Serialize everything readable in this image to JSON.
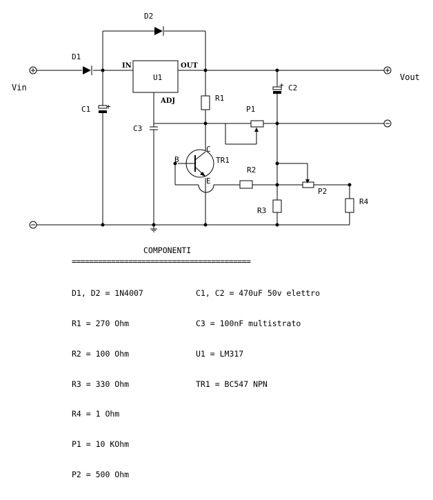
{
  "labels": {
    "vin": "Vin",
    "vout": "Vout",
    "d1": "D1",
    "d2": "D2",
    "c1": "C1",
    "c2": "C2",
    "c3": "C3",
    "u1": "U1",
    "in_pin": "IN",
    "out_pin": "OUT",
    "adj_pin": "ADJ",
    "r1": "R1",
    "r2": "R2",
    "r3": "R3",
    "r4": "R4",
    "p1": "P1",
    "p2": "P2",
    "tr1": "TR1",
    "base": "B",
    "collector": "C",
    "emitter": "E",
    "plus": "+"
  },
  "components": {
    "title": "COMPONENTI",
    "rule": "=========================================",
    "left": [
      "D1, D2 = 1N4007",
      "R1 = 270 Ohm",
      "R2 = 100 Ohm",
      "R3 = 330 Ohm",
      "R4 = 1 Ohm",
      "P1 = 10 KOhm",
      "P2 = 500 Ohm"
    ],
    "right": [
      "C1, C2 = 470uF 50v elettro",
      "C3 = 100nF multistrato",
      "U1 = LM317",
      "TR1 = BC547 NPN"
    ]
  }
}
